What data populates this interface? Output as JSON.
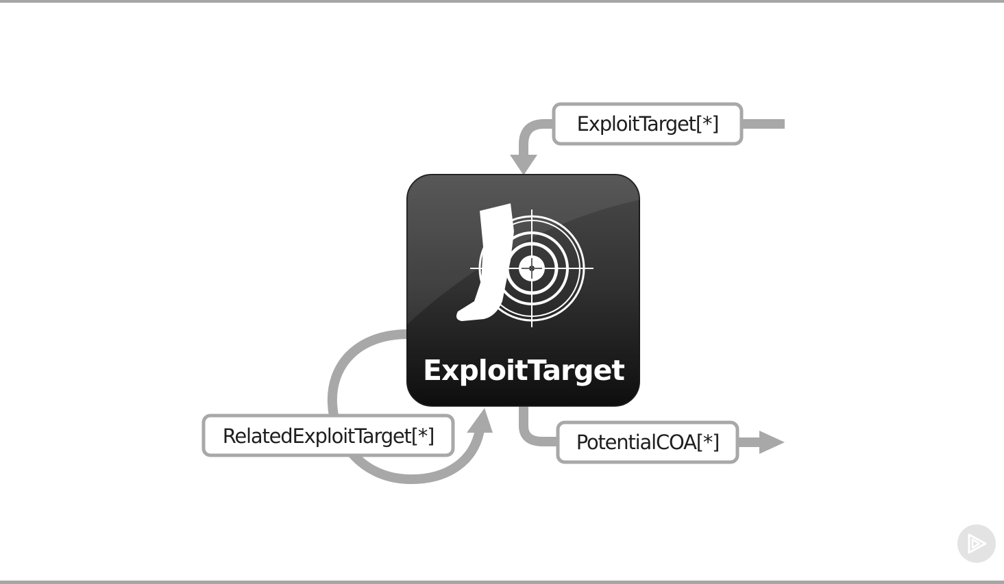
{
  "diagram": {
    "core": {
      "title": "ExploitTarget",
      "icon": "foot-target-icon"
    },
    "relationships": [
      {
        "id": "incoming",
        "label": "ExploitTarget[*]",
        "direction": "in"
      },
      {
        "id": "related",
        "label": "RelatedExploitTarget[*]",
        "direction": "self"
      },
      {
        "id": "outgoing",
        "label": "PotentialCOA[*]",
        "direction": "out"
      }
    ]
  },
  "player": {
    "icon": "play-icon"
  },
  "colors": {
    "core_box": "#2a2a2a",
    "arrow": "#a8a8a8",
    "label_border": "#a8a8a8",
    "background": "#ffffff"
  }
}
